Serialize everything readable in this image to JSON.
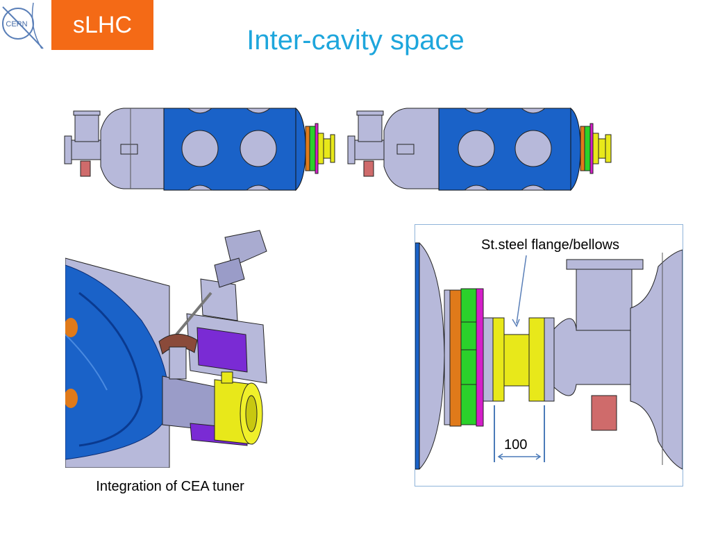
{
  "header": {
    "logo_text": "CERN",
    "badge_text": "sLHC",
    "title": "Inter-cavity space"
  },
  "tuner_figure": {
    "caption": "Integration of CEA tuner"
  },
  "detail_figure": {
    "callout": "St.steel flange/bellows",
    "dimension": "100"
  },
  "colors": {
    "title": "#1ea6dc",
    "badge": "#f46a16",
    "cavity_blue": "#1a62c8",
    "tank_lavender": "#b7b9da",
    "flange_yellow": "#e8e81a",
    "ring_green": "#2bd12b",
    "ring_magenta": "#d51ec9",
    "ring_orange": "#e07a1a",
    "port_red": "#cf6b6b"
  }
}
